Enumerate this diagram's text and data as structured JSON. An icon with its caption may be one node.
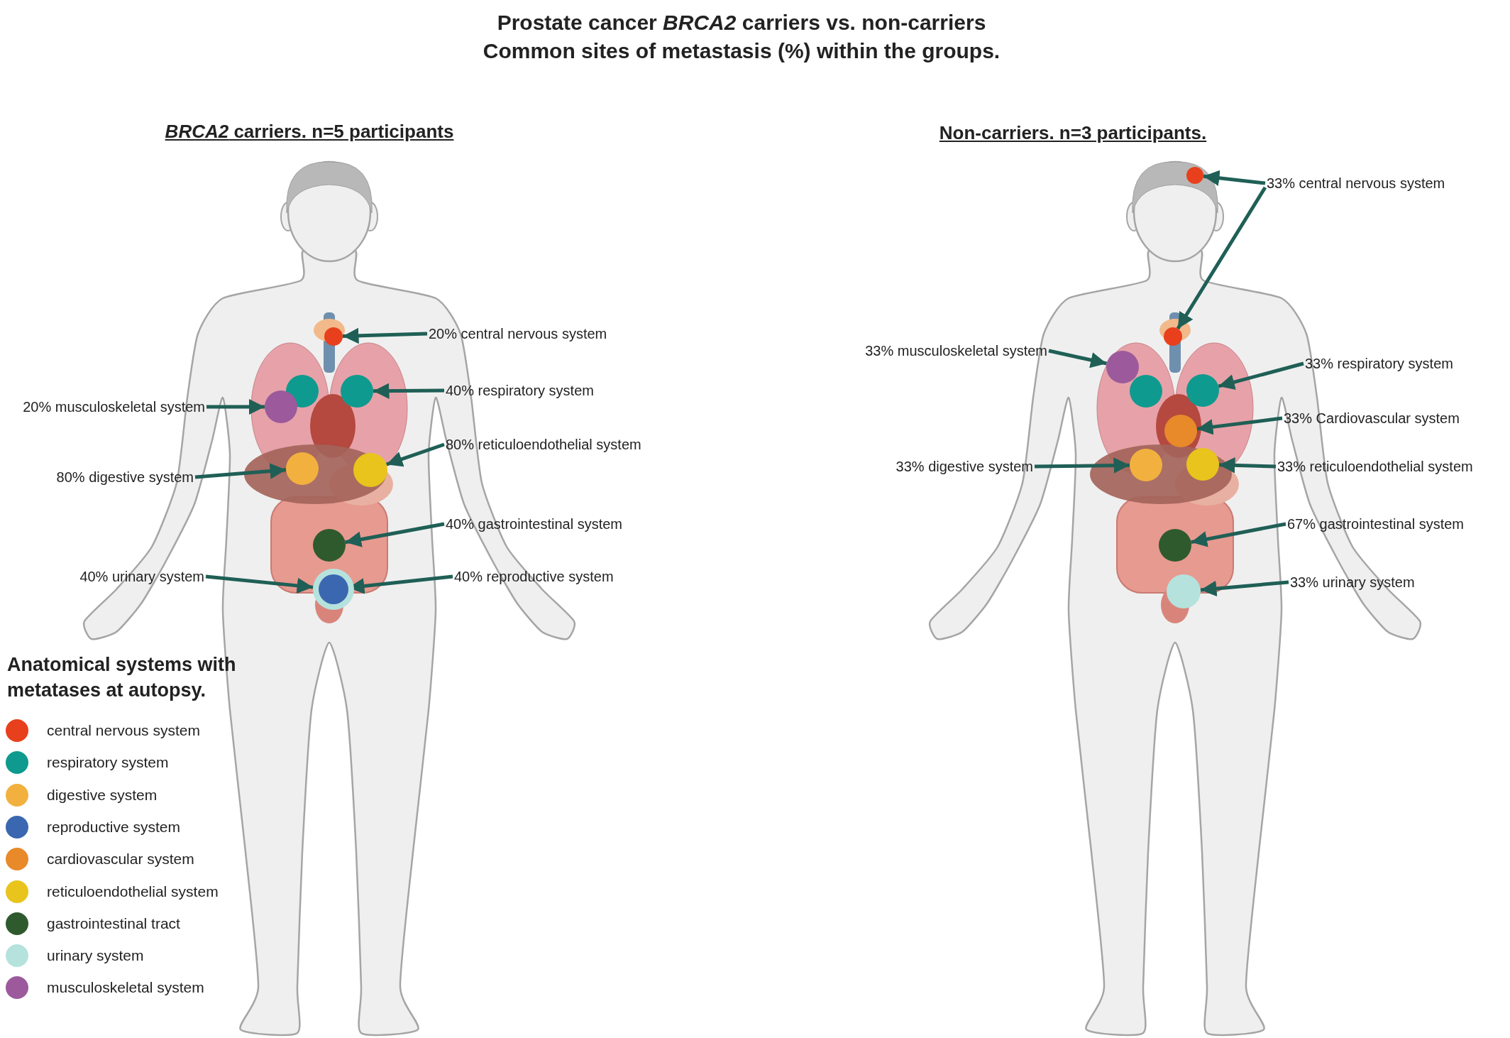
{
  "diagram": {
    "title": "Prostate cancer *BRCA2* carriers vs. non-carriers Common sites of metastasis (%) within the groups.",
    "nodes": [
      {
        "text": [
          "20% central nervous system"
        ]
      },
      {
        "text": [],
        "shape": "circle"
      },
      {
        "text": [
          "40% respiratory system"
        ]
      },
      {
        "text": [],
        "shape": "circle"
      },
      {
        "text": [],
        "shape": "circle"
      },
      {
        "text": [
          "80% reticuloendothelial system"
        ]
      },
      {
        "text": [],
        "shape": "circle"
      },
      {
        "text": [
          "20% musculoskeletal system"
        ]
      },
      {
        "text": [],
        "shape": "circle"
      },
      {
        "text": [
          "80% digestive system"
        ]
      },
      {
        "text": [],
        "shape": "circle"
      },
      {
        "text": [
          "40% gastrointestinal system"
        ]
      },
      {
        "text": [],
        "shape": "circle"
      },
      {
        "text": [
          "40% urinary system"
        ]
      },
      {
        "text": [],
        "shape": "circle"
      },
      {
        "text": [
          "40% reproductive system"
        ]
      },
      {
        "text": [],
        "shape": "circle",
        "in": 14
      },
      {
        "text": [
          "33% central nervous system"
        ]
      },
      {
        "text": [],
        "shape": "circle"
      },
      {
        "text": [],
        "shape": "circle"
      },
      {
        "text": [
          "33% musculoskeletal system"
        ]
      },
      {
        "text": [],
        "shape": "circle"
      },
      {
        "text": [
          "33% respiratory system"
        ]
      },
      {
        "text": [],
        "shape": "circle"
      },
      {
        "text": [],
        "shape": "circle"
      },
      {
        "text": [
          "33% Cardiovascular system"
        ]
      },
      {
        "text": [],
        "shape": "circle"
      },
      {
        "text": [
          "33% digestive system"
        ]
      },
      {
        "text": [],
        "shape": "circle"
      },
      {
        "text": [
          "33% reticuloendothelial system"
        ]
      },
      {
        "text": [],
        "shape": "circle"
      },
      {
        "text": [
          "67% gastrointestinal system"
        ]
      },
      {
        "text": [],
        "shape": "circle"
      },
      {
        "text": [
          "33% urinary system"
        ]
      },
      {
        "text": [],
        "shape": "circle"
      }
    ],
    "edges": [
      {
        "from": 0,
        "to": 1,
        "arrow": "to"
      },
      {
        "from": 2,
        "to": 3,
        "arrow": "to"
      },
      {
        "from": 5,
        "to": 6,
        "arrow": "to"
      },
      {
        "from": 7,
        "to": 8,
        "arrow": "to"
      },
      {
        "from": 9,
        "to": 10,
        "arrow": "to"
      },
      {
        "from": 11,
        "to": 12,
        "arrow": "to"
      },
      {
        "from": 13,
        "to": 14,
        "arrow": "to"
      },
      {
        "from": 15,
        "to": 16,
        "arrow": "to"
      },
      {
        "from": 17,
        "to": 18,
        "arrow": "to"
      },
      {
        "from": 17,
        "to": 19,
        "arrow": "to"
      },
      {
        "from": 20,
        "to": 21,
        "arrow": "to"
      },
      {
        "from": 22,
        "to": 23,
        "arrow": "to"
      },
      {
        "from": 25,
        "to": 26,
        "arrow": "to"
      },
      {
        "from": 27,
        "to": 28,
        "arrow": "to"
      },
      {
        "from": 29,
        "to": 30,
        "arrow": "to"
      },
      {
        "from": 31,
        "to": 32,
        "arrow": "to"
      },
      {
        "from": 33,
        "to": 34,
        "arrow": "to"
      }
    ],
    "labels": [
      "*BRCA2* carriers. n=5 participants",
      "Non-carriers. n=3 participants.",
      "Anatomical systems with metatases at autopsy."
    ],
    "legend": [
      {
        "text": "central nervous system",
        "color": "#e8401c"
      },
      {
        "text": "respiratory system",
        "color": "#0e9a8e"
      },
      {
        "text": "digestive system",
        "color": "#f2b13e"
      },
      {
        "text": "reproductive system",
        "color": "#3a67b0"
      },
      {
        "text": "cardiovascular system",
        "color": "#e8892a"
      },
      {
        "text": "reticuloendothelial system",
        "color": "#e8c41d"
      },
      {
        "text": "gastrointestinal tract",
        "color": "#2f5a2e"
      },
      {
        "text": "urinary system",
        "color": "#b5e2dd"
      },
      {
        "text": "musculoskeletal system",
        "color": "#9c5a9c"
      }
    ]
  }
}
